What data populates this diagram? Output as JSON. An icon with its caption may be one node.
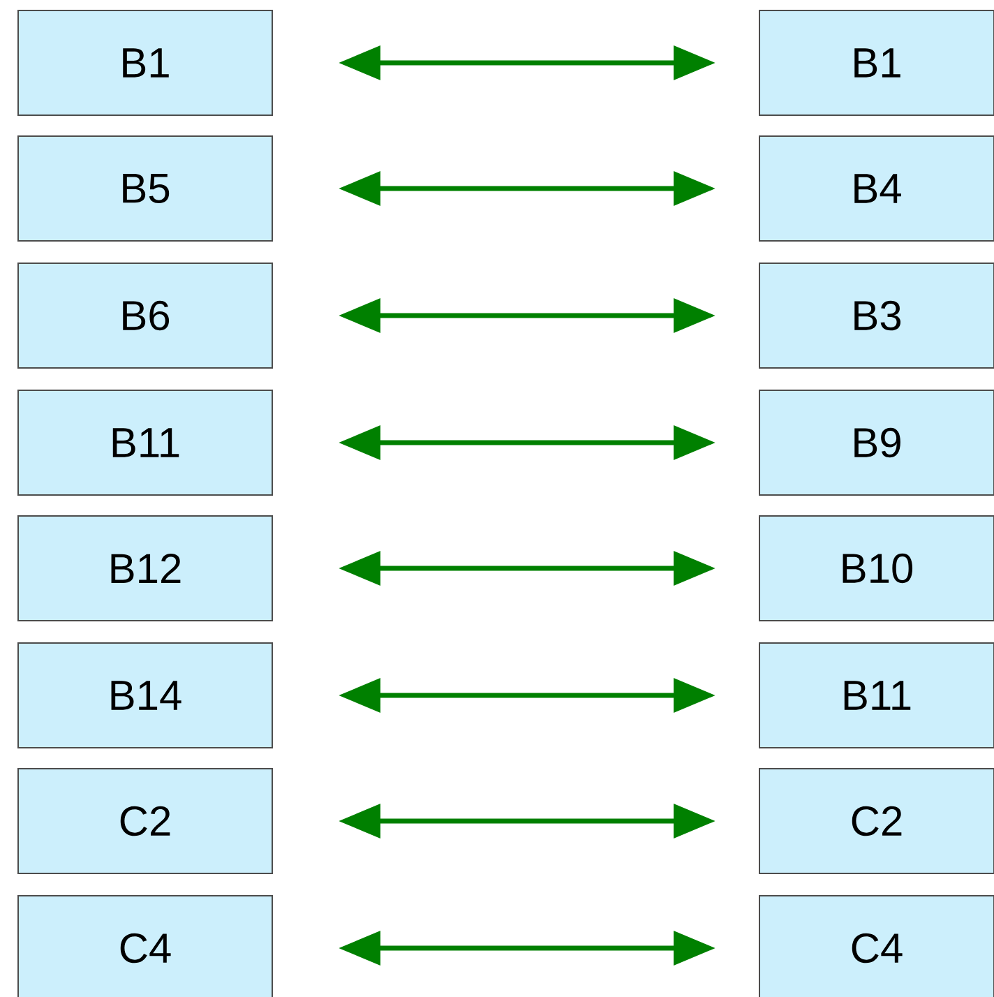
{
  "diagram": {
    "nodes": [
      {
        "text": [
          "B1"
        ]
      },
      {
        "text": [
          "B1"
        ]
      },
      {
        "text": [
          "B5"
        ]
      },
      {
        "text": [
          "B4"
        ]
      },
      {
        "text": [
          "B6"
        ]
      },
      {
        "text": [
          "B3"
        ]
      },
      {
        "text": [
          "B11"
        ]
      },
      {
        "text": [
          "B9"
        ]
      },
      {
        "text": [
          "B12"
        ]
      },
      {
        "text": [
          "B10"
        ]
      },
      {
        "text": [
          "B14"
        ]
      },
      {
        "text": [
          "B11"
        ]
      },
      {
        "text": [
          "C2"
        ]
      },
      {
        "text": [
          "C2"
        ]
      },
      {
        "text": [
          "C4"
        ]
      },
      {
        "text": [
          "C4"
        ]
      }
    ],
    "edges": [
      {
        "from": 0,
        "to": 1,
        "arrow": "both",
        "color": "#008000"
      },
      {
        "from": 2,
        "to": 3,
        "arrow": "both",
        "color": "#008000"
      },
      {
        "from": 4,
        "to": 5,
        "arrow": "both",
        "color": "#008000"
      },
      {
        "from": 6,
        "to": 7,
        "arrow": "both",
        "color": "#008000"
      },
      {
        "from": 8,
        "to": 9,
        "arrow": "both",
        "color": "#008000"
      },
      {
        "from": 10,
        "to": 11,
        "arrow": "both",
        "color": "#008000"
      },
      {
        "from": 12,
        "to": 13,
        "arrow": "both",
        "color": "#008000"
      },
      {
        "from": 14,
        "to": 15,
        "arrow": "both",
        "color": "#008000"
      }
    ]
  }
}
